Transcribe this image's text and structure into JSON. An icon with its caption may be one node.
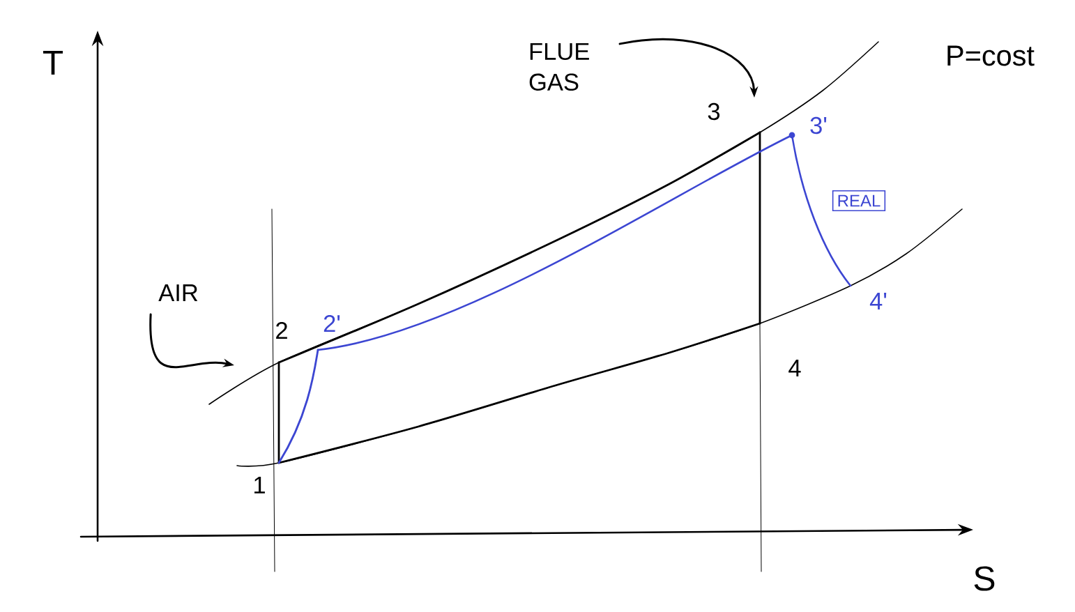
{
  "diagram": {
    "nodes": [
      {
        "text": [
          "AIR"
        ]
      },
      {
        "text": [
          "FLUE GAS"
        ]
      },
      {
        "text": [
          "REAL"
        ]
      }
    ],
    "edges": [
      {
        "from": 0,
        "to": null,
        "arrow": "to"
      },
      {
        "from": 1,
        "to": null,
        "arrow": "to"
      }
    ],
    "labels": [
      "T",
      "P=cost",
      "3",
      "3'",
      "2'",
      "2",
      "4",
      "4'",
      "1",
      "S"
    ]
  }
}
